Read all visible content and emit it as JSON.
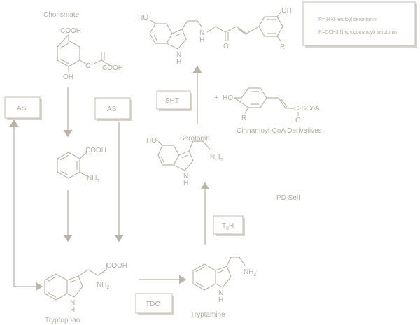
{
  "legend": {
    "line1": "R= H N-feruloyl serontonin",
    "line2": "R=OCH3 N-(p-coumaroyl) serotonin"
  },
  "compounds": {
    "chorismate": {
      "name": "Chorismate",
      "cooh_top": "COOH",
      "o": "O",
      "cooh_side": "COOH",
      "oh": "OH"
    },
    "anthranilate": {
      "cooh": "COOH",
      "nh2": "NH",
      "nh2_sub": "2"
    },
    "tryptophan": {
      "name": "Tryptophan",
      "cooh": "COOH",
      "nh2": "NH",
      "nh2_sub": "2",
      "nh": "N",
      "h": "H"
    },
    "tryptamine": {
      "name": "Tryptamine",
      "nh2": "NH",
      "nh2_sub": "2",
      "nh": "N",
      "h": "H"
    },
    "serotonin": {
      "name": "Serotonin",
      "ho": "HO",
      "nh2": "NH",
      "nh2_sub": "2",
      "nh": "N",
      "h": "H"
    },
    "cinnamoyl": {
      "name": "Cinnamoyl-CoA Derivatives",
      "plus": "+",
      "ho": "HO",
      "r": "R",
      "scoa": "C-SCoA",
      "o": "O"
    },
    "product": {
      "ho": "HO",
      "oh": "OH",
      "r": "R",
      "nh": "N",
      "h": "H",
      "nh_amide": "N",
      "h_amide": "H",
      "o": "O"
    }
  },
  "enzymes": {
    "as_left": "AS",
    "as_right": "AS",
    "sht": "SHT",
    "t5h": "T",
    "t5h_sub": "5",
    "t5h_end": "H",
    "tdc": "TDC"
  },
  "note": "PD Self"
}
